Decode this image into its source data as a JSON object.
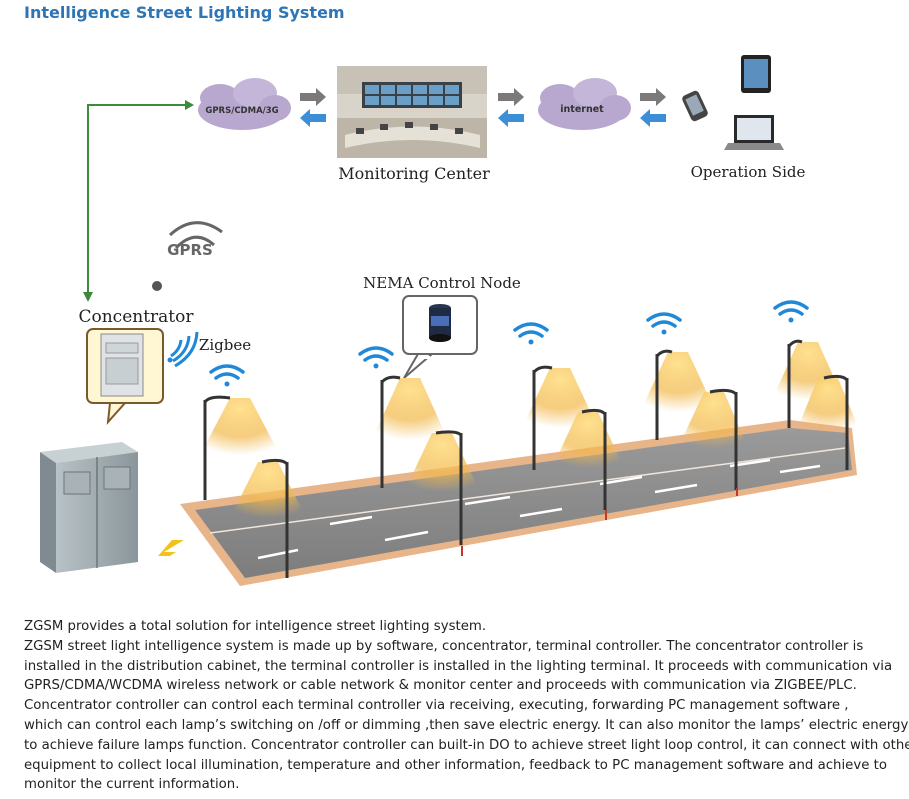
{
  "title": "Intelligence Street Lighting System",
  "diagram": {
    "cloud_gprs_label": "GPRS/CDMA/3G",
    "cloud_internet_label": "internet",
    "monitoring_center_label": "Monitoring Center",
    "operation_side_label": "Operation Side",
    "gprs_signal_label": "GPRS",
    "concentrator_label": "Concentrator",
    "zigbee_label": "Zigbee",
    "nema_label": "NEMA Control Node",
    "colors": {
      "cloud": "#b8a8cf",
      "arrow": "#7a7a7a",
      "arrow_blue": "#3c8fd6",
      "green_line": "#3c8a3c",
      "road": "#8d8d8d",
      "road_edge": "#e8b48a",
      "lamp_glow": "#f1b84a",
      "wifi": "#1f88d8",
      "cabinet": "#9aa6ab"
    }
  },
  "description": [
    "ZGSM provides a total solution for intelligence street lighting system.",
    "ZGSM street light intelligence system is made up by software, concentrator, terminal controller. The concentrator controller is",
    "installed in the distribution cabinet, the terminal controller is installed in the lighting terminal. It proceeds with communication via",
    "GPRS/CDMA/WCDMA wireless network or cable network & monitor center and proceeds with communication via ZIGBEE/PLC.",
    "Concentrator controller can control each terminal controller via receiving, executing, forwarding PC management software ,",
    " which can control each lamp’s switching on /off or dimming ,then save electric energy. It can also monitor the lamps’ electric energy",
    "to achieve failure lamps function. Concentrator controller can built-in DO to achieve street light loop control, it can connect with othe",
    "equipment to collect local illumination, temperature and other information, feedback to PC management software and achieve to",
    "monitor the current information."
  ]
}
